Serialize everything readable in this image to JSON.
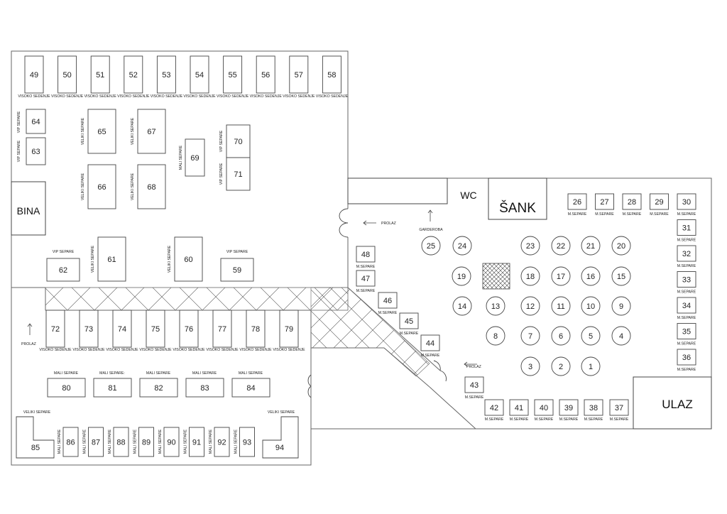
{
  "rooms": {
    "bina": "BINA",
    "wc": "WC",
    "sank": "ŠANK",
    "ulaz": "ULAZ",
    "garderoba": "GARDEROBA"
  },
  "labels": {
    "prolaz": "PROLAZ",
    "visoko_sedenje": "VISOKO SEDENJE",
    "vip_separe": "VIP SEPARE",
    "veliki_separe": "VELIKI SEPARE",
    "mali_separe": "MALI SEPARE",
    "mali_separe_colon": "MALI SEPARE:",
    "m_separe": "M.SEPARE"
  },
  "tables": {
    "t1": "1",
    "t2": "2",
    "t3": "3",
    "t4": "4",
    "t5": "5",
    "t6": "6",
    "t7": "7",
    "t8": "8",
    "t9": "9",
    "t10": "10",
    "t11": "11",
    "t12": "12",
    "t13": "13",
    "t14": "14",
    "t15": "15",
    "t16": "16",
    "t17": "17",
    "t18": "18",
    "t19": "19",
    "t20": "20",
    "t21": "21",
    "t22": "22",
    "t23": "23",
    "t24": "24",
    "t25": "25",
    "t26": "26",
    "t27": "27",
    "t28": "28",
    "t29": "29",
    "t30": "30",
    "t31": "31",
    "t32": "32",
    "t33": "33",
    "t34": "34",
    "t35": "35",
    "t36": "36",
    "t37": "37",
    "t38": "38",
    "t39": "39",
    "t40": "40",
    "t41": "41",
    "t42": "42",
    "t43": "43",
    "t44": "44",
    "t45": "45",
    "t46": "46",
    "t47": "47",
    "t48": "48",
    "t49": "49",
    "t50": "50",
    "t51": "51",
    "t52": "52",
    "t53": "53",
    "t54": "54",
    "t55": "55",
    "t56": "56",
    "t57": "57",
    "t58": "58",
    "t59": "59",
    "t60": "60",
    "t61": "61",
    "t62": "62",
    "t63": "63",
    "t64": "64",
    "t65": "65",
    "t66": "66",
    "t67": "67",
    "t68": "68",
    "t69": "69",
    "t70": "70",
    "t71": "71",
    "t72": "72",
    "t73": "73",
    "t74": "74",
    "t75": "75",
    "t76": "76",
    "t77": "77",
    "t78": "78",
    "t79": "79",
    "t80": "80",
    "t81": "81",
    "t82": "82",
    "t83": "83",
    "t84": "84",
    "t85": "85",
    "t86": "86",
    "t87": "87",
    "t88": "88",
    "t89": "89",
    "t90": "90",
    "t91": "91",
    "t92": "92",
    "t93": "93",
    "t94": "94"
  }
}
